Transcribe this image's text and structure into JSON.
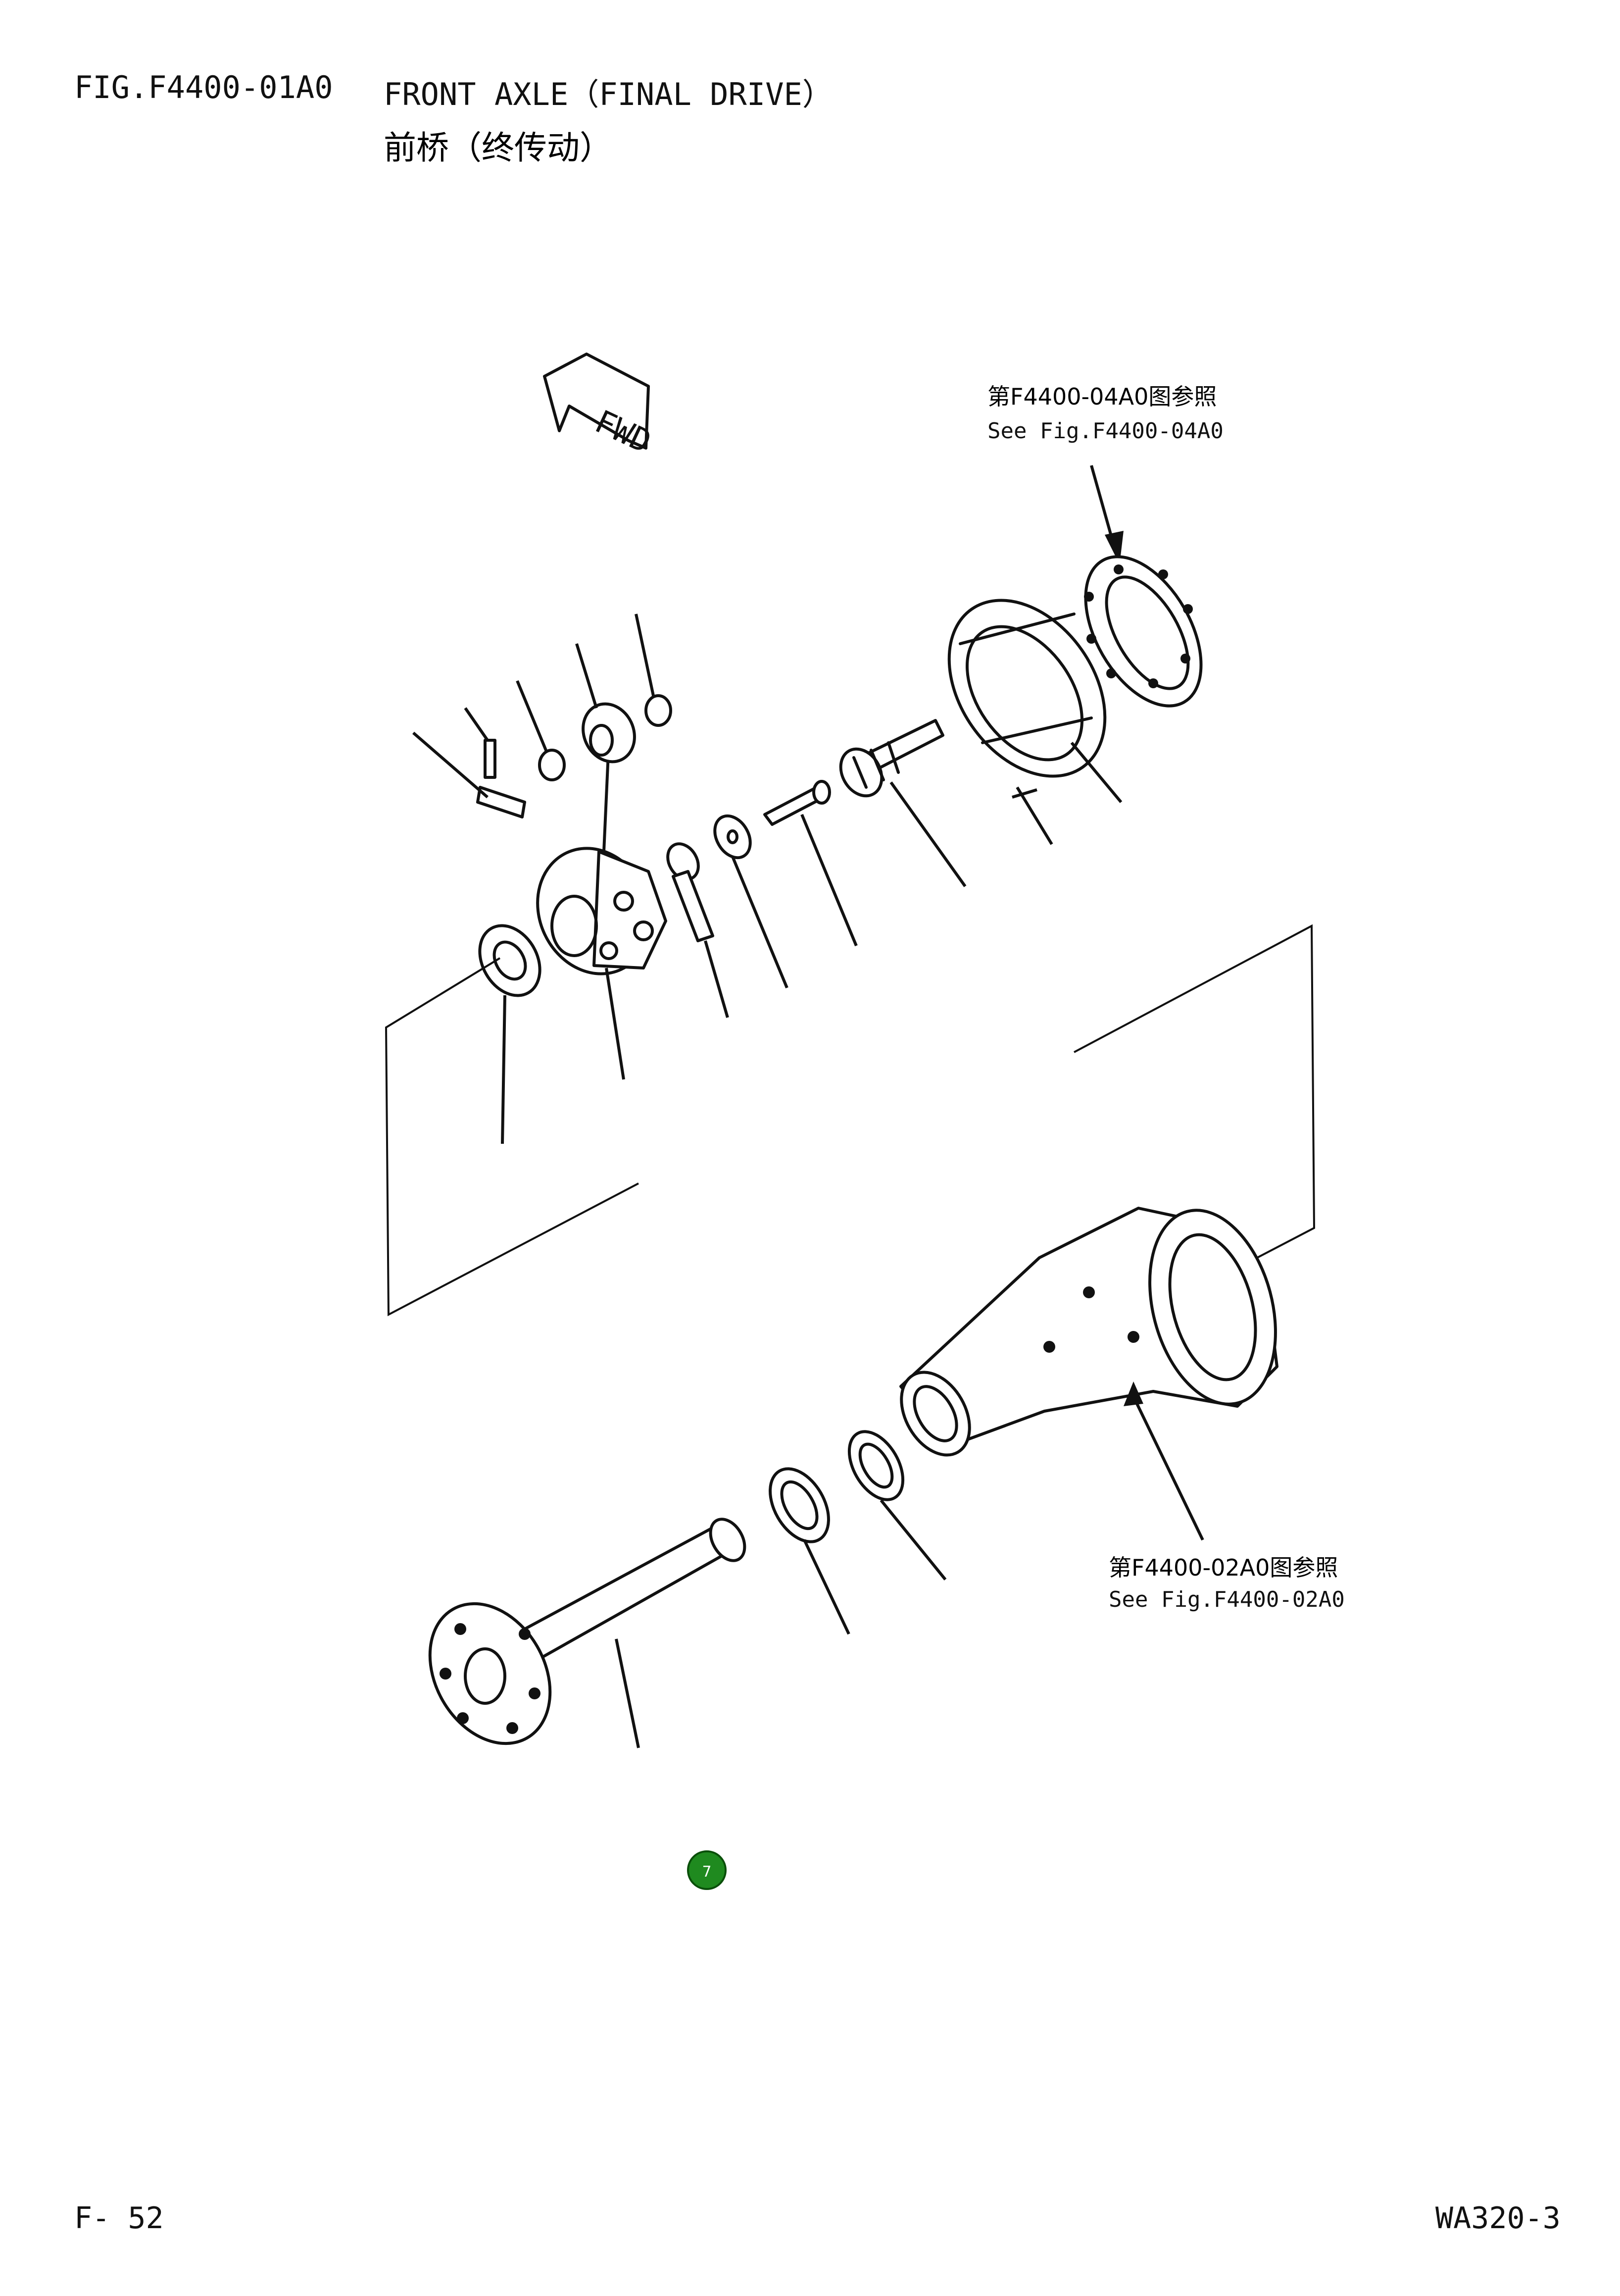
{
  "header": {
    "figure_id": "FIG.F4400-01A0",
    "title_en": "FRONT AXLE（FINAL DRIVE）",
    "title_cn": "前桥（终传动）"
  },
  "references": [
    {
      "cn": "第F4400-04A0图参照",
      "en": "See Fig.F4400-04A0"
    },
    {
      "cn": "第F4400-02A0图参照",
      "en": "See Fig.F4400-02A0"
    }
  ],
  "direction_label": "FWD",
  "marker": {
    "label": "7",
    "color": "#1f8a1f"
  },
  "footer": {
    "page": "F- 52",
    "model": "WA320-3"
  }
}
